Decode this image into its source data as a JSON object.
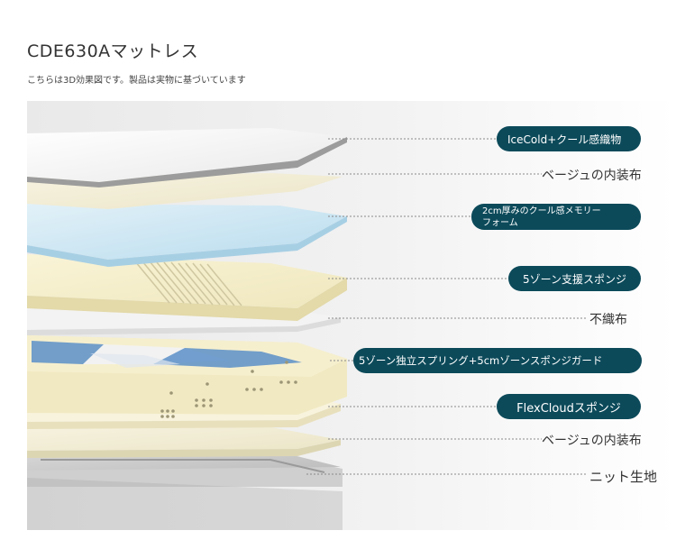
{
  "header": {
    "title": "CDE630Aマットレス",
    "subtitle": "こちらは3D効果図です。製品は実物に基づいています"
  },
  "layers": [
    {
      "label": "IceCold+クール感織物",
      "style": "pill"
    },
    {
      "label": "ベージュの内装布",
      "style": "plain"
    },
    {
      "label": "2cm厚みのクール感メモリーフォーム",
      "line1": "2cm厚みのクール感メモリー",
      "line2": "フォーム",
      "style": "pill"
    },
    {
      "label": "5ゾーン支援スポンジ",
      "style": "pill"
    },
    {
      "label": "不織布",
      "style": "plain"
    },
    {
      "label": "5ゾーン独立スプリング+5cmゾーンスポンジガード",
      "style": "pill"
    },
    {
      "label": "FlexCloudスポンジ",
      "style": "pill"
    },
    {
      "label": "ベージュの内装布",
      "style": "plain"
    },
    {
      "label": "ニット生地",
      "style": "plain"
    }
  ],
  "colors": {
    "pill_bg": "#0c4a5a",
    "leader_line": "#8a8a8a",
    "white_layer": "#f4f4f4",
    "beige_layer": "#f3efd9",
    "cream_foam": "#f5efc9",
    "blue_foam": "#cfe6f2",
    "gray_base": "#c8c8c8",
    "spring_blue": "#5b8fc8"
  }
}
